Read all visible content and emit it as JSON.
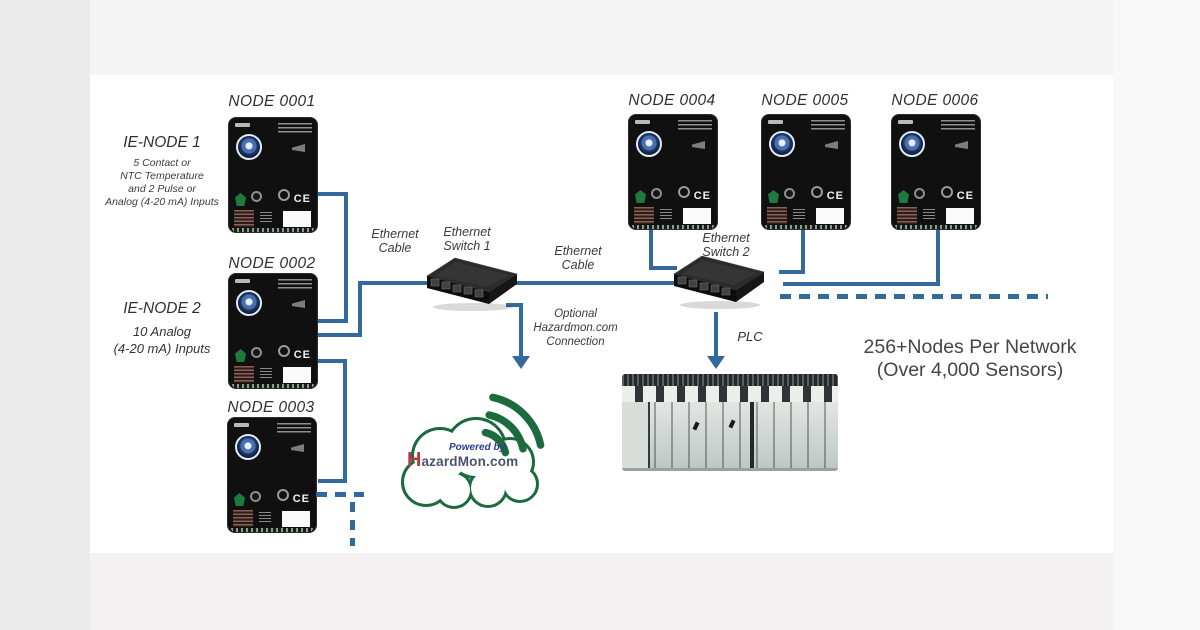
{
  "nodes": [
    {
      "label": "NODE 0001"
    },
    {
      "label": "NODE 0002"
    },
    {
      "label": "NODE 0003"
    },
    {
      "label": "NODE 0004"
    },
    {
      "label": "NODE 0005"
    },
    {
      "label": "NODE 0006"
    }
  ],
  "annotations": {
    "ie_node1": {
      "title": "IE-NODE 1",
      "line1": "5 Contact or",
      "line2": "NTC Temperature",
      "line3": "and 2 Pulse or",
      "line4": "Analog (4-20 mA) Inputs"
    },
    "ie_node2": {
      "title": "IE-NODE 2",
      "line1": "10 Analog",
      "line2": "(4-20 mA) Inputs"
    }
  },
  "labels": {
    "ethernet_cable_1": [
      "Ethernet",
      "Cable"
    ],
    "ethernet_switch_1": [
      "Ethernet",
      "Switch 1"
    ],
    "ethernet_cable_2": [
      "Ethernet",
      "Cable"
    ],
    "ethernet_switch_2": [
      "Ethernet",
      "Switch 2"
    ],
    "optional_connection": [
      "Optional",
      "Hazardmon.com",
      "Connection"
    ],
    "plc": "PLC",
    "capacity_line1": "256+Nodes Per Network",
    "capacity_line2": "(Over 4,000 Sensors)"
  },
  "cloud": {
    "powered_by": "Powered by",
    "brand_initial": "H",
    "brand_rest": "azardMon.com"
  },
  "device": {
    "ce_mark": "CE"
  },
  "colors": {
    "wire_blue": "#336a9e",
    "cloud_green": "#1b6b3f",
    "device_black": "#101010",
    "brand_red": "#b23a44",
    "brand_navy": "#2c3f8f"
  }
}
